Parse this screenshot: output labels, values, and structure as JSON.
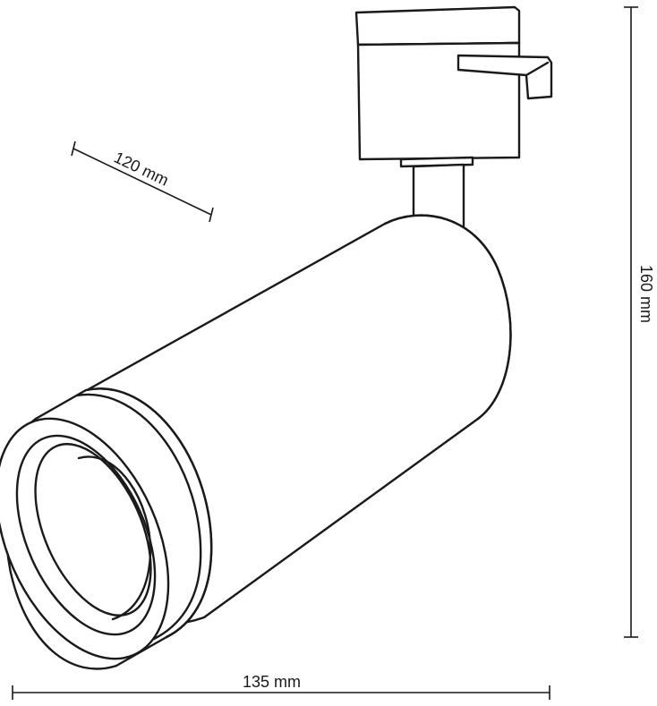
{
  "dimensions": {
    "depth_label": "120 mm",
    "height_label": "160 mm",
    "width_label": "135 mm"
  },
  "colors": {
    "line": "#1a1a1a",
    "background": "#ffffff"
  }
}
